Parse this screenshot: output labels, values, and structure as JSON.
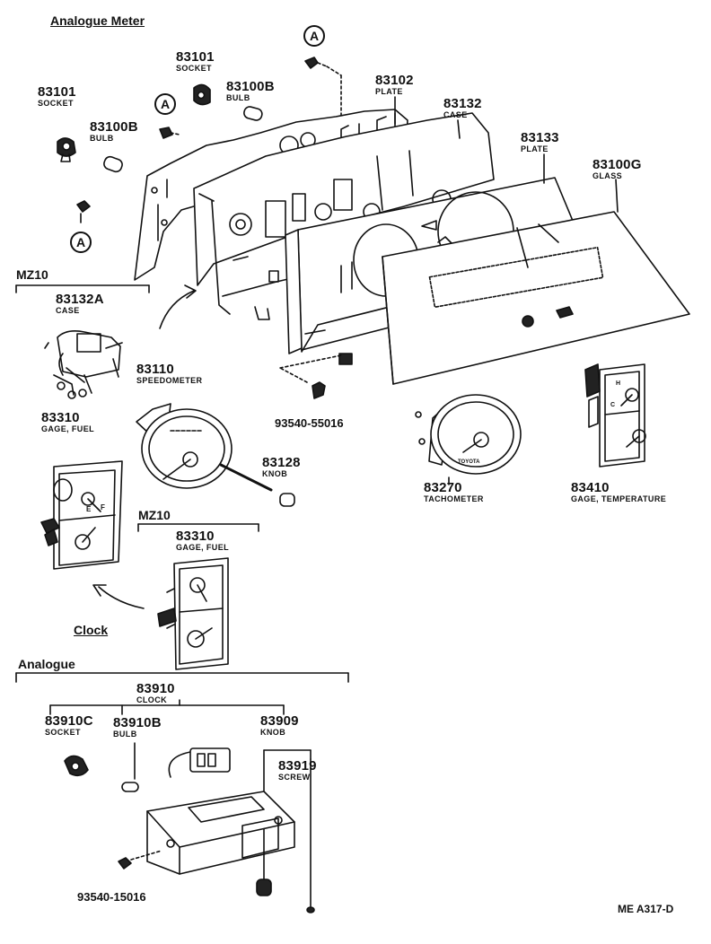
{
  "headers": {
    "analogue_meter": "Analogue Meter",
    "mz10_a": "MZ10",
    "mz10_b": "MZ10",
    "clock": "Clock",
    "analogue": "Analogue"
  },
  "callout_marker": "A",
  "parts": {
    "p83101_left": {
      "num": "83101",
      "name": "SOCKET"
    },
    "p83101_top": {
      "num": "83101",
      "name": "SOCKET"
    },
    "p83100b_top": {
      "num": "83100B",
      "name": "BULB"
    },
    "p83100b_left": {
      "num": "83100B",
      "name": "BULB"
    },
    "p83102": {
      "num": "83102",
      "name": "PLATE"
    },
    "p83132": {
      "num": "83132",
      "name": "CASE"
    },
    "p83133": {
      "num": "83133",
      "name": "PLATE"
    },
    "p83100g": {
      "num": "83100G",
      "name": "GLASS"
    },
    "p83132a": {
      "num": "83132A",
      "name": "CASE"
    },
    "p83110": {
      "num": "83110",
      "name": "SPEEDOMETER"
    },
    "p83310_a": {
      "num": "83310",
      "name": "GAGE, FUEL"
    },
    "p83310_b": {
      "num": "83310",
      "name": "GAGE, FUEL"
    },
    "p83128": {
      "num": "83128",
      "name": "KNOB"
    },
    "p83270": {
      "num": "83270",
      "name": "TACHOMETER"
    },
    "p83410": {
      "num": "83410",
      "name": "GAGE, TEMPERATURE"
    },
    "p83910": {
      "num": "83910",
      "name": "CLOCK"
    },
    "p83910c": {
      "num": "83910C",
      "name": "SOCKET"
    },
    "p83910b": {
      "num": "83910B",
      "name": "BULB"
    },
    "p83909": {
      "num": "83909",
      "name": "KNOB"
    },
    "p83919": {
      "num": "83919",
      "name": "SCREW"
    }
  },
  "bolt_codes": {
    "upper": "93540-55016",
    "lower": "93540-15016"
  },
  "figure_code": "ME A317-D",
  "gauge_text": {
    "tach_brand": "TOYOTA",
    "fuel_e": "E",
    "fuel_f": "F",
    "temp_h": "H",
    "temp_c": "C"
  }
}
